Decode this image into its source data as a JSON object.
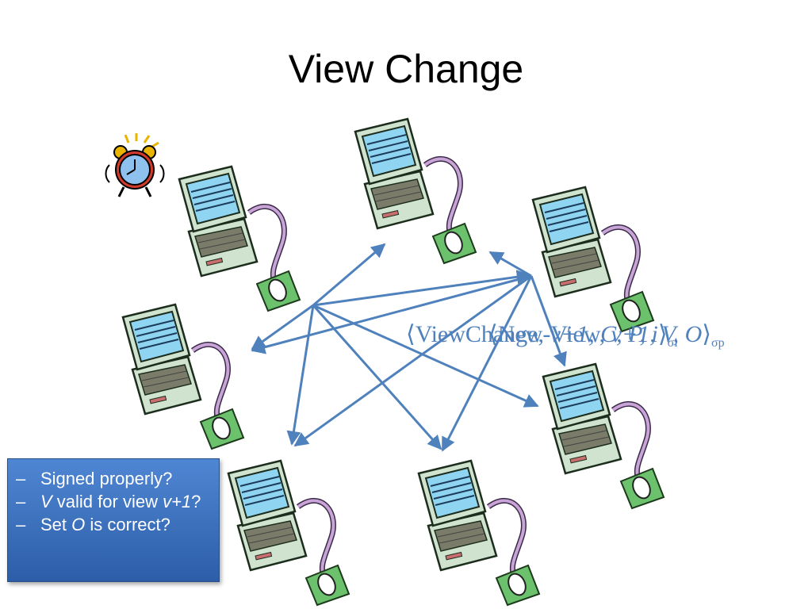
{
  "slide": {
    "title": "View Change",
    "message_view_change": {
      "open": "⟨ViewChange, ",
      "params": "v+1, C, P, i",
      "close": "⟩",
      "sub": "σi"
    },
    "message_new_view": {
      "open": "⟨New-View, ",
      "params": "v+1, V, O",
      "close": "⟩",
      "sub": "σp"
    },
    "checklist": {
      "item1": "Signed properly?",
      "item2_var": "V",
      "item2_text": " valid for view ",
      "item2_view": "v+1",
      "item2_end": "?",
      "item3_text": "Set ",
      "item3_var": "O",
      "item3_end": " is correct?"
    }
  },
  "colors": {
    "arrow": "#4f81bd",
    "message_text": "#4f81bd",
    "box_fill": "#3b72c0"
  },
  "icons": {
    "node": "computer-icon",
    "timer": "alarm-clock-icon"
  }
}
